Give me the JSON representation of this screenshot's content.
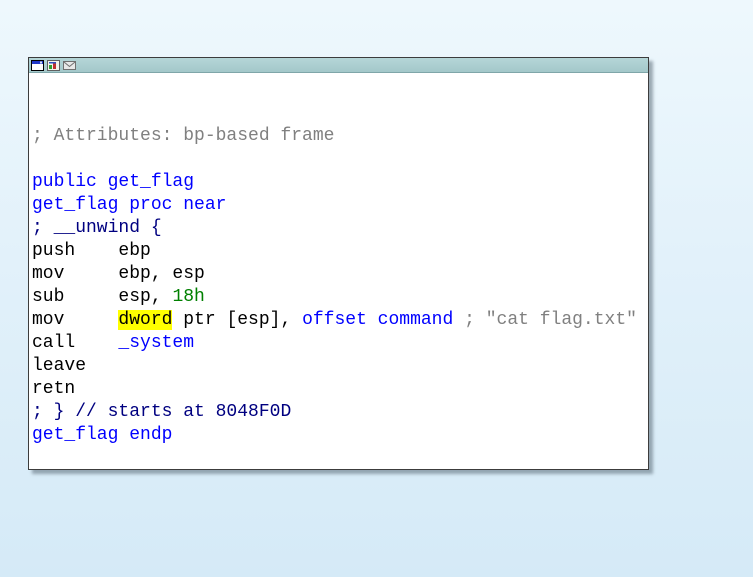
{
  "window": {
    "titlebar": {
      "color": "#a3c8ca",
      "icons": [
        {
          "name": "window-icon"
        },
        {
          "name": "image-icon"
        },
        {
          "name": "envelope-icon"
        }
      ]
    },
    "code": {
      "lines": [
        [],
        [],
        [
          {
            "t": "; Attributes: bp-based frame",
            "s": "comment"
          }
        ],
        [],
        [
          {
            "t": "public get_flag",
            "s": "blue"
          }
        ],
        [
          {
            "t": "get_flag proc near",
            "s": "blue"
          }
        ],
        [
          {
            "t": "; __unwind {",
            "s": "navy"
          }
        ],
        [
          {
            "t": "push    ebp",
            "s": "plain"
          }
        ],
        [
          {
            "t": "mov     ebp, esp",
            "s": "plain"
          }
        ],
        [
          {
            "t": "sub     esp, ",
            "s": "plain"
          },
          {
            "t": "18h",
            "s": "green"
          }
        ],
        [
          {
            "t": "mov     ",
            "s": "plain"
          },
          {
            "t": "dword",
            "s": "highlight"
          },
          {
            "t": " ptr [esp], ",
            "s": "plain"
          },
          {
            "t": "offset command",
            "s": "blue"
          },
          {
            "t": " ",
            "s": "plain"
          },
          {
            "t": "; \"cat flag.txt\"",
            "s": "comment"
          }
        ],
        [
          {
            "t": "call    ",
            "s": "plain"
          },
          {
            "t": "_system",
            "s": "blue"
          }
        ],
        [
          {
            "t": "leave",
            "s": "plain"
          }
        ],
        [
          {
            "t": "retn",
            "s": "plain"
          }
        ],
        [
          {
            "t": "; } // starts at 8048F0D",
            "s": "navy"
          }
        ],
        [
          {
            "t": "get_flag endp",
            "s": "blue"
          }
        ]
      ]
    }
  },
  "colors": {
    "comment": "#808080",
    "blue": "#0000ff",
    "navy": "#000080",
    "green": "#008000",
    "plain": "#000000",
    "highlight_bg": "#ffff00",
    "titlebar": "#a3c8ca"
  }
}
